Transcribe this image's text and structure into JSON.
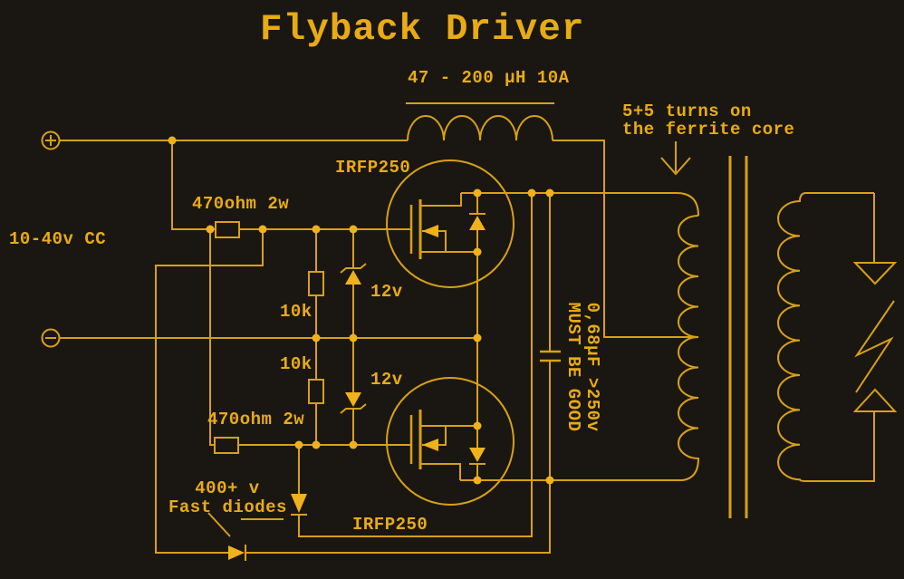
{
  "title": "Flyback Driver",
  "labels": {
    "inductor": "47 - 200 μH 10A",
    "turns_note_line1": "5+5 turns on",
    "turns_note_line2": "the ferrite core",
    "supply": "10-40v CC",
    "mosfet_top": "IRFP250",
    "mosfet_bottom": "IRFP250",
    "gate_resistor_top": "470ohm 2w",
    "gate_resistor_bottom": "470ohm 2w",
    "pulldown_top": "10k",
    "pulldown_bottom": "10k",
    "zener_top": "12v",
    "zener_bottom": "12v",
    "diode_note_line1": "400+ v",
    "diode_note_line2": "Fast diodes",
    "capacitor_note_line1": "0,68μF >250v",
    "capacitor_note_line2": "MUST BE GOOD"
  },
  "theme": {
    "bg": "#1a1713",
    "wire": "#d8a018",
    "text": "#e9ab14",
    "bright": "#f0b11c"
  }
}
